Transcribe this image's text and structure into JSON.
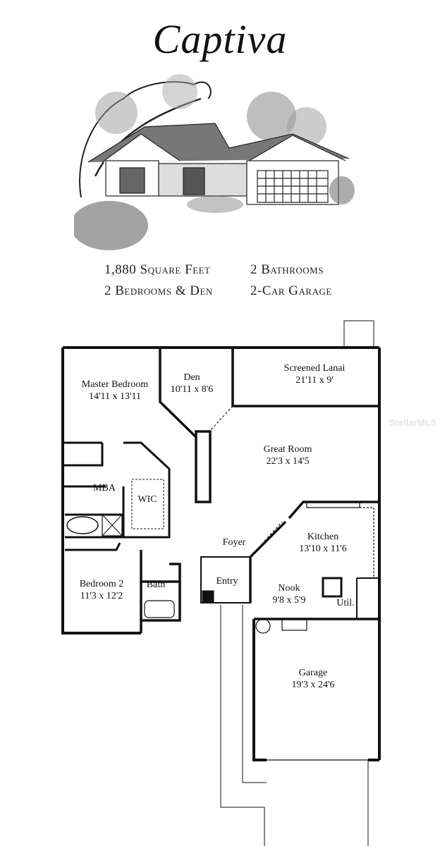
{
  "title": "Captiva",
  "illustration": {
    "name": "house-elevation-sketch"
  },
  "specs": {
    "square_feet": "1,880 Square Feet",
    "bathrooms": "2 Bathrooms",
    "bedrooms": "2 Bedrooms & Den",
    "garage": "2-Car Garage"
  },
  "rooms": [
    {
      "name": "Master Bedroom",
      "size": "14'11 x 13'11"
    },
    {
      "name": "Den",
      "size": "10'11 x 8'6"
    },
    {
      "name": "Screened Lanai",
      "size": "21'11 x 9'"
    },
    {
      "name": "Great Room",
      "size": "22'3 x 14'5"
    },
    {
      "name": "MBA",
      "size": ""
    },
    {
      "name": "WIC",
      "size": ""
    },
    {
      "name": "Foyer",
      "size": ""
    },
    {
      "name": "Kitchen",
      "size": "13'10 x 11'6"
    },
    {
      "name": "Entry",
      "size": ""
    },
    {
      "name": "Bedroom 2",
      "size": "11'3 x 12'2"
    },
    {
      "name": "Bath",
      "size": ""
    },
    {
      "name": "Nook",
      "size": "9'8 x 5'9"
    },
    {
      "name": "Util.",
      "size": ""
    },
    {
      "name": "Garage",
      "size": "19'3 x 24'6"
    }
  ],
  "watermark": "StellarMLS"
}
